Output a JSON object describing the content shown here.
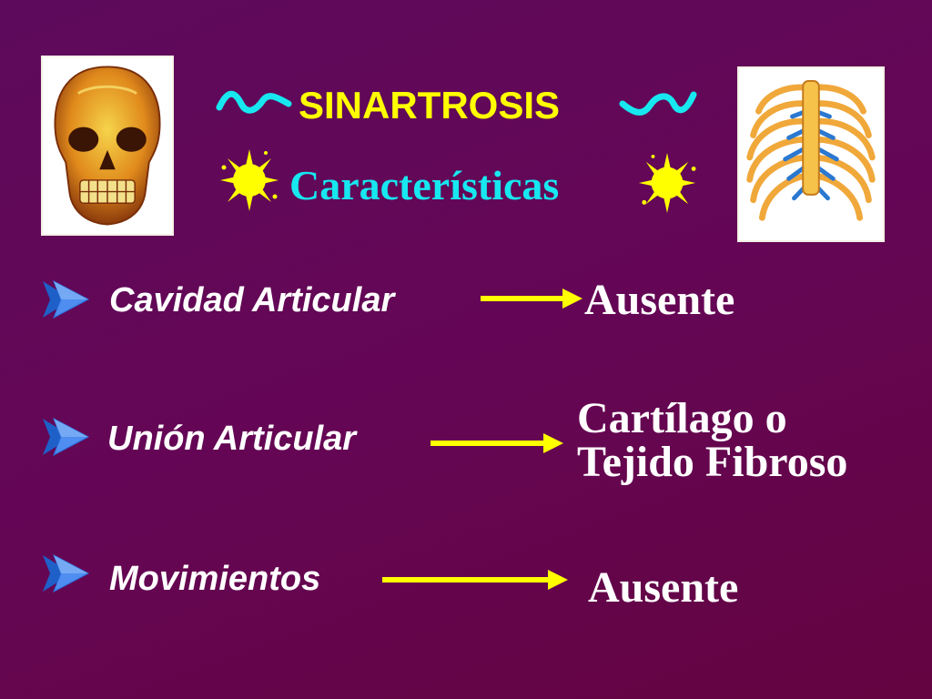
{
  "slide": {
    "title": "SINARTROSIS",
    "subtitle": "Características",
    "rows": [
      {
        "label": "Cavidad Articular",
        "value": "Ausente"
      },
      {
        "label": "Unión Articular",
        "value_line1": "Cartílago o",
        "value_line2": "Tejido Fibroso"
      },
      {
        "label": "Movimientos",
        "value": "Ausente"
      }
    ]
  },
  "colors": {
    "title": "#ffff00",
    "subtitle": "#17e8f0",
    "arrow": "#ffff00",
    "bullet": "#2a6fdc",
    "text": "#ffffff",
    "background": "#650654"
  },
  "icons": [
    "skull-image",
    "rib-cage-image",
    "squiggle-icon",
    "splat-icon",
    "chevron-bullet-icon",
    "arrow-icon"
  ]
}
